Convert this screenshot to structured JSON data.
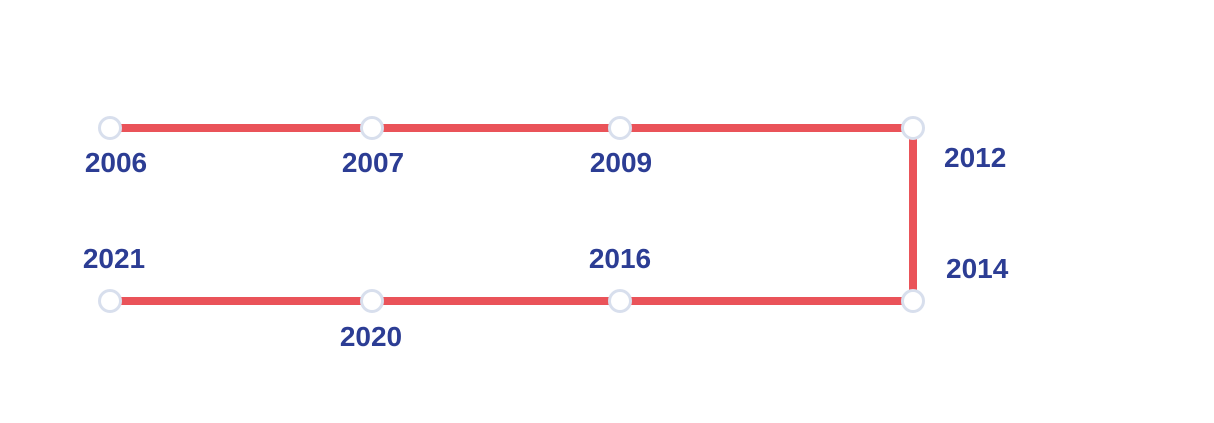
{
  "diagram": {
    "type": "timeline",
    "nodes": [
      {
        "year": "2006",
        "row": "top",
        "label_position": "below"
      },
      {
        "year": "2007",
        "row": "top",
        "label_position": "below"
      },
      {
        "year": "2009",
        "row": "top",
        "label_position": "below"
      },
      {
        "year": "2012",
        "row": "top",
        "label_position": "right"
      },
      {
        "year": "2014",
        "row": "bottom",
        "label_position": "right"
      },
      {
        "year": "2016",
        "row": "bottom",
        "label_position": "above"
      },
      {
        "year": "2020",
        "row": "bottom",
        "label_position": "below"
      },
      {
        "year": "2021",
        "row": "bottom",
        "label_position": "above"
      }
    ]
  },
  "colors": {
    "line": "#ea5359",
    "label": "#2c3d94",
    "dot_fill": "#ffffff",
    "dot_border": "#d8dfed",
    "bg": "#ffffff"
  }
}
